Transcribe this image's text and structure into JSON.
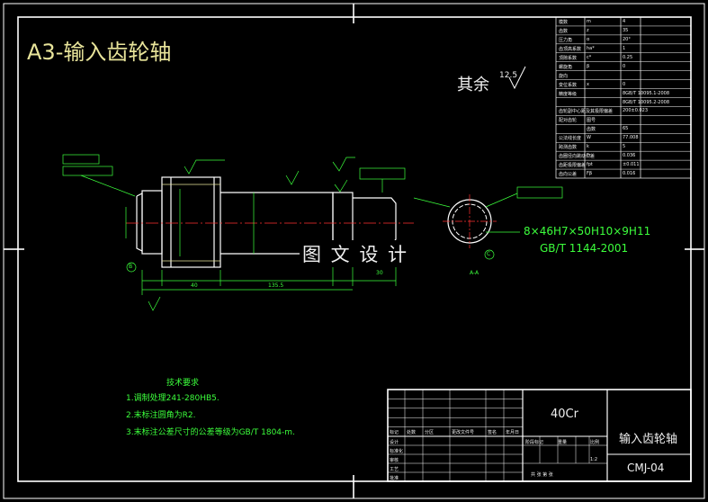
{
  "title": "A3-输入齿轮轴",
  "roughness": {
    "label": "其余",
    "value": "12.5"
  },
  "watermark": "图 文 设 计",
  "spline_spec": {
    "line1": "8×46H7×50H10×9H11",
    "line2": "GB/T 1144-2001",
    "section_label": "A-A"
  },
  "tech_requirements": {
    "heading": "技术要求",
    "items": [
      "1.调制处理241-280HB5.",
      "2.末标注圆角为R2.",
      "3.末标注公差尺寸的公差等级为GB/T 1804-m."
    ]
  },
  "dimensions": {
    "total_left": "40",
    "middle": "135.5",
    "right": "30",
    "datum_left": "B",
    "datum_right": "C"
  },
  "gear_params_table": {
    "rows": [
      [
        "模数",
        "m",
        "4"
      ],
      [
        "齿数",
        "z",
        "35"
      ],
      [
        "压力角",
        "α",
        "20°"
      ],
      [
        "齿顶高系数",
        "ha*",
        "1"
      ],
      [
        "顶隙系数",
        "c*",
        "0.25"
      ],
      [
        "螺旋角",
        "β",
        "0"
      ],
      [
        "旋向",
        "",
        ""
      ],
      [
        "变位系数",
        "x",
        "0"
      ],
      [
        "精度等级",
        "",
        "8GB/T 10095.1-2008"
      ],
      [
        "",
        "",
        "8GB/T 10095.2-2008"
      ],
      [
        "齿轮副中心距及其极限偏差",
        "",
        "200±0.023"
      ],
      [
        "配对齿轮",
        "图号",
        ""
      ],
      [
        "",
        "齿数",
        "65"
      ],
      [
        "公法线长度",
        "W",
        "77.008"
      ],
      [
        "跨测齿数",
        "k",
        "5"
      ],
      [
        "齿圈径向跳动公差",
        "Fr",
        "0.036"
      ],
      [
        "齿距极限偏差",
        "fpt",
        "±0.011"
      ],
      [
        "齿向公差",
        "Fβ",
        "0.016"
      ]
    ]
  },
  "title_block": {
    "material": "40Cr",
    "part_name": "输入齿轮轴",
    "drawing_no": "CMJ-04",
    "scale": "1:2",
    "header_labels": [
      "标记",
      "处数",
      "分区",
      "更改文件号",
      "签名",
      "年月日"
    ],
    "stage_labels": [
      "阶段标记",
      "重量",
      "比例"
    ],
    "footer_labels": [
      "设计",
      "标准化",
      "审核",
      "工艺",
      "批准"
    ],
    "sheet_label": "共 张 第 张"
  },
  "colors": {
    "background": "#000000",
    "frame": "#ffffff",
    "dimension": "#3cff3c",
    "title_text": "#e8e49a",
    "centerline": "#ff3030"
  }
}
